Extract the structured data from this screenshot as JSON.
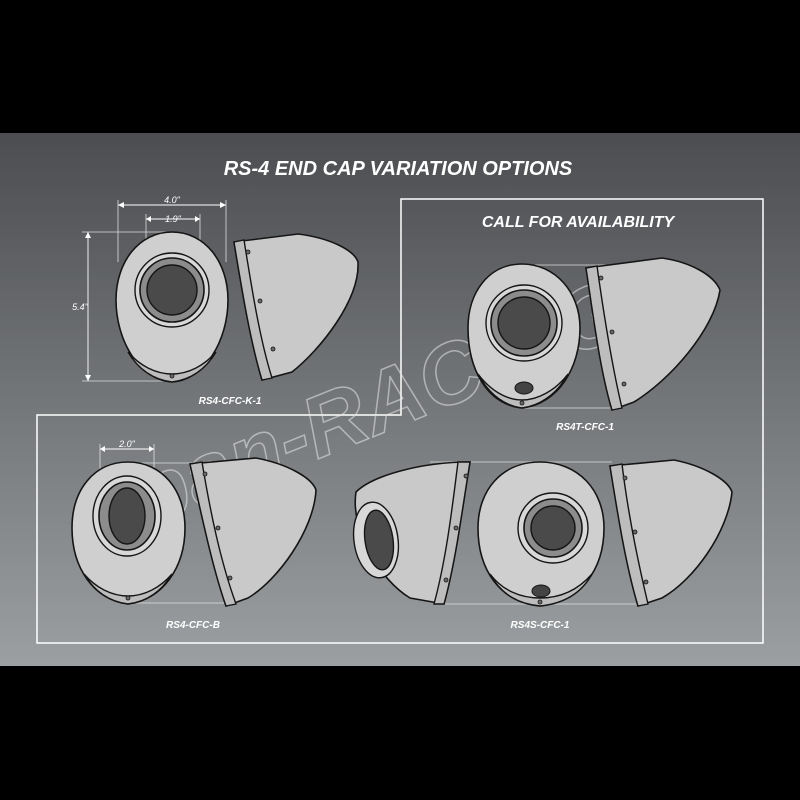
{
  "title": "RS-4 END CAP VARIATION OPTIONS",
  "callout": "CALL FOR AVAILABILITY",
  "watermark": "pan-RACING",
  "parts": [
    {
      "label": "RS4-CFC-K-1"
    },
    {
      "label": "RS4T-CFC-1"
    },
    {
      "label": "RS4-CFC-B"
    },
    {
      "label": "RS4S-CFC-1"
    }
  ],
  "dimensions": {
    "width_outer": "4.0\"",
    "width_inner": "1.9\"",
    "height": "5.4\"",
    "width_b": "2.0\""
  },
  "colors": {
    "background": "#000000",
    "panel_top": "#4b4d50",
    "panel_bottom": "#9c9fa1",
    "part_fill": "#cfcfcf",
    "outline": "#ffffff"
  }
}
